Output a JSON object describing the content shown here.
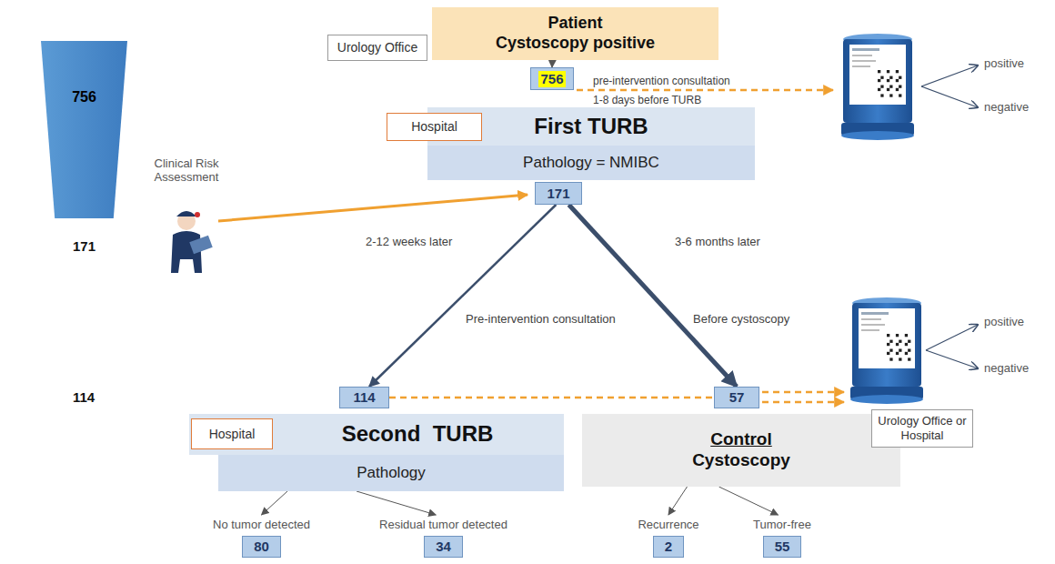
{
  "diagram": {
    "nodes": [
      {
        "text": [
          "756"
        ]
      },
      {
        "text": [
          "Urology Office"
        ]
      },
      {
        "text": [
          "Patient",
          "Cystoscopy positive"
        ]
      },
      {
        "text": [
          "756"
        ]
      },
      {
        "text": [
          "Hospital"
        ]
      },
      {
        "text": [
          "First TURB"
        ]
      },
      {
        "text": [
          "Pathology = NMIBC"
        ]
      },
      {
        "text": [
          "171"
        ]
      },
      {
        "text": [
          "114"
        ]
      },
      {
        "text": [
          "57"
        ]
      },
      {
        "text": [
          "Hospital"
        ]
      },
      {
        "text": [
          "Second  TURB"
        ]
      },
      {
        "text": [
          "Pathology"
        ]
      },
      {
        "text": [
          "Control",
          "Cystoscopy"
        ]
      },
      {
        "text": [
          "Urology Office or Hospital"
        ]
      },
      {
        "text": [
          "No tumor detected",
          "80"
        ]
      },
      {
        "text": [
          "Residual tumor detected",
          "34"
        ]
      },
      {
        "text": [
          "Recurrence",
          "2"
        ]
      },
      {
        "text": [
          "Tumor-free",
          "55"
        ]
      }
    ],
    "edges": [
      {
        "from": 2,
        "to": 3,
        "arrow": "to"
      },
      {
        "from": 7,
        "to": 8,
        "label": "2-12 weeks later",
        "arrow": "to"
      },
      {
        "from": 7,
        "to": 9,
        "label": "3-6 months later",
        "arrow": "to"
      },
      {
        "from": 8,
        "to": 9,
        "arrow": "none"
      },
      {
        "from": 12,
        "to": 15,
        "arrow": "to"
      },
      {
        "from": 12,
        "to": 16,
        "arrow": "to"
      },
      {
        "from": 13,
        "to": 17,
        "arrow": "to"
      },
      {
        "from": 13,
        "to": 18,
        "arrow": "to"
      }
    ],
    "labels": [
      "171",
      "114",
      "Clinical Risk Assessment",
      "pre-intervention consultation",
      "1-8 days before TURB",
      "positive",
      "negative",
      "Pre-intervention consultation",
      "Before cystoscopy",
      "positive",
      "negative"
    ]
  }
}
